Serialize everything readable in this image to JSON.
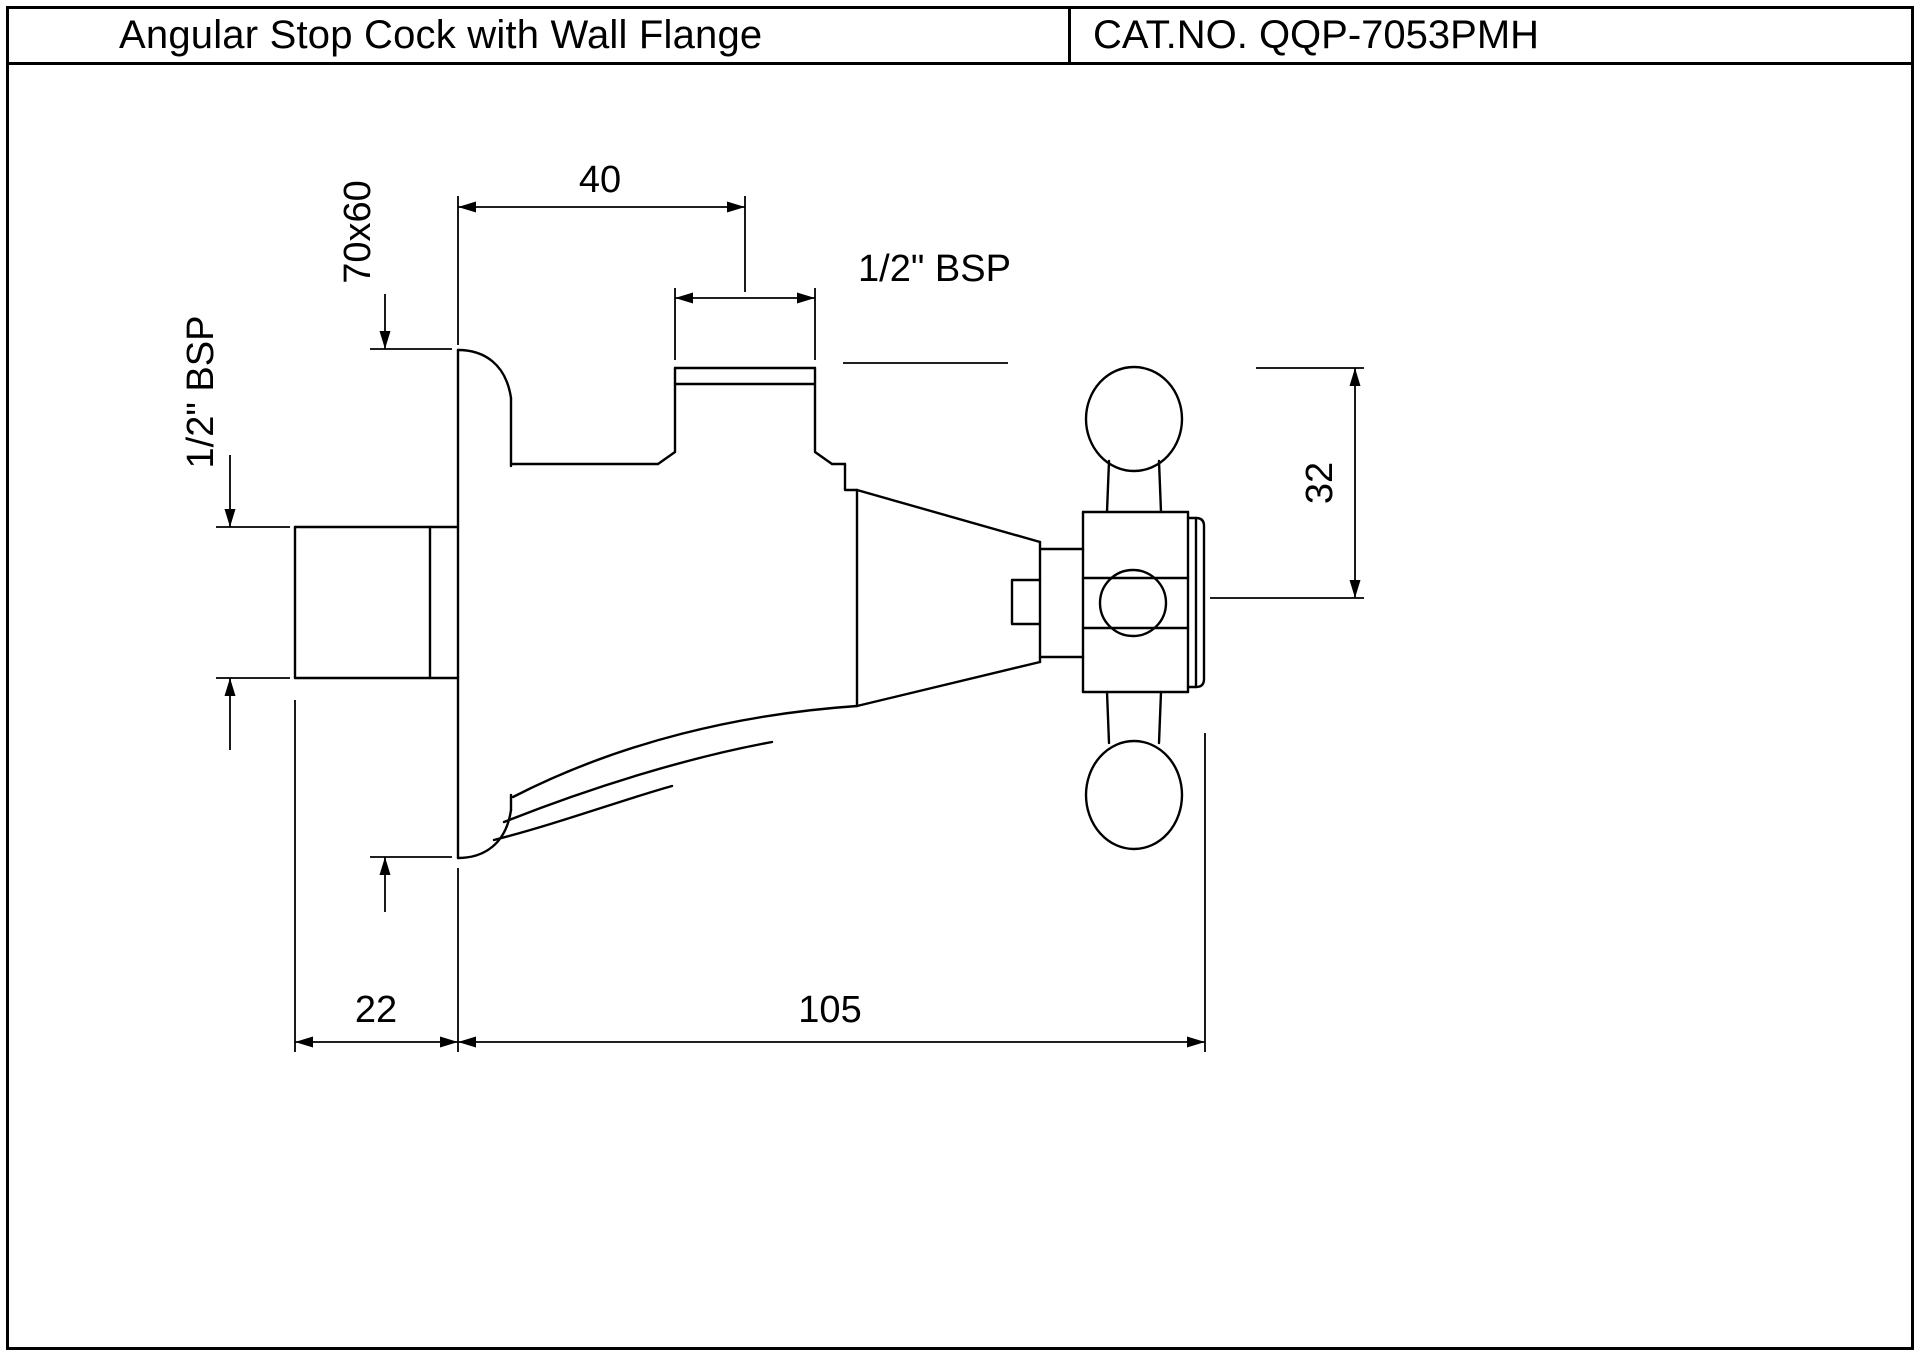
{
  "title_block": {
    "product_name": "Angular Stop Cock with Wall Flange",
    "cat_no": "CAT.NO. QQP-7053PMH"
  },
  "labels": {
    "dim_flange_size": "70x60",
    "dim_outlet_offset": "40",
    "dim_outlet_thread": "1/2\" BSP",
    "dim_inlet_thread": "1/2\" BSP",
    "dim_handle_radius": "32",
    "dim_wall_projection": "22",
    "dim_total_length": "105"
  },
  "colors": {
    "line": "#000000",
    "background": "#ffffff"
  }
}
